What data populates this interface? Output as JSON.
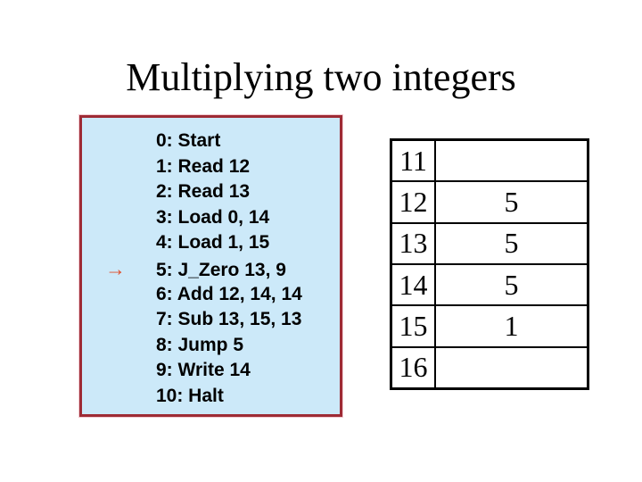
{
  "title": "Multiplying two integers",
  "program": {
    "lines": [
      "0: Start",
      "1: Read 12",
      "2: Read 13",
      "3: Load 0, 14",
      "4: Load 1, 15",
      "5: J_Zero 13, 9",
      "6: Add 12, 14, 14",
      "7: Sub 13, 15, 13",
      "8: Jump 5",
      "9: Write 14",
      "10: Halt"
    ],
    "current_line_index": 5,
    "arrow_glyph": "→"
  },
  "memory_table": {
    "rows": [
      {
        "address": "11",
        "value": ""
      },
      {
        "address": "12",
        "value": "5"
      },
      {
        "address": "13",
        "value": "5"
      },
      {
        "address": "14",
        "value": "5"
      },
      {
        "address": "15",
        "value": "1"
      },
      {
        "address": "16",
        "value": ""
      }
    ]
  },
  "colors": {
    "program_box_bg": "#CCE9F9",
    "program_box_border": "#9E2B35",
    "arrow": "#E04F2C",
    "table_border": "#000000"
  }
}
